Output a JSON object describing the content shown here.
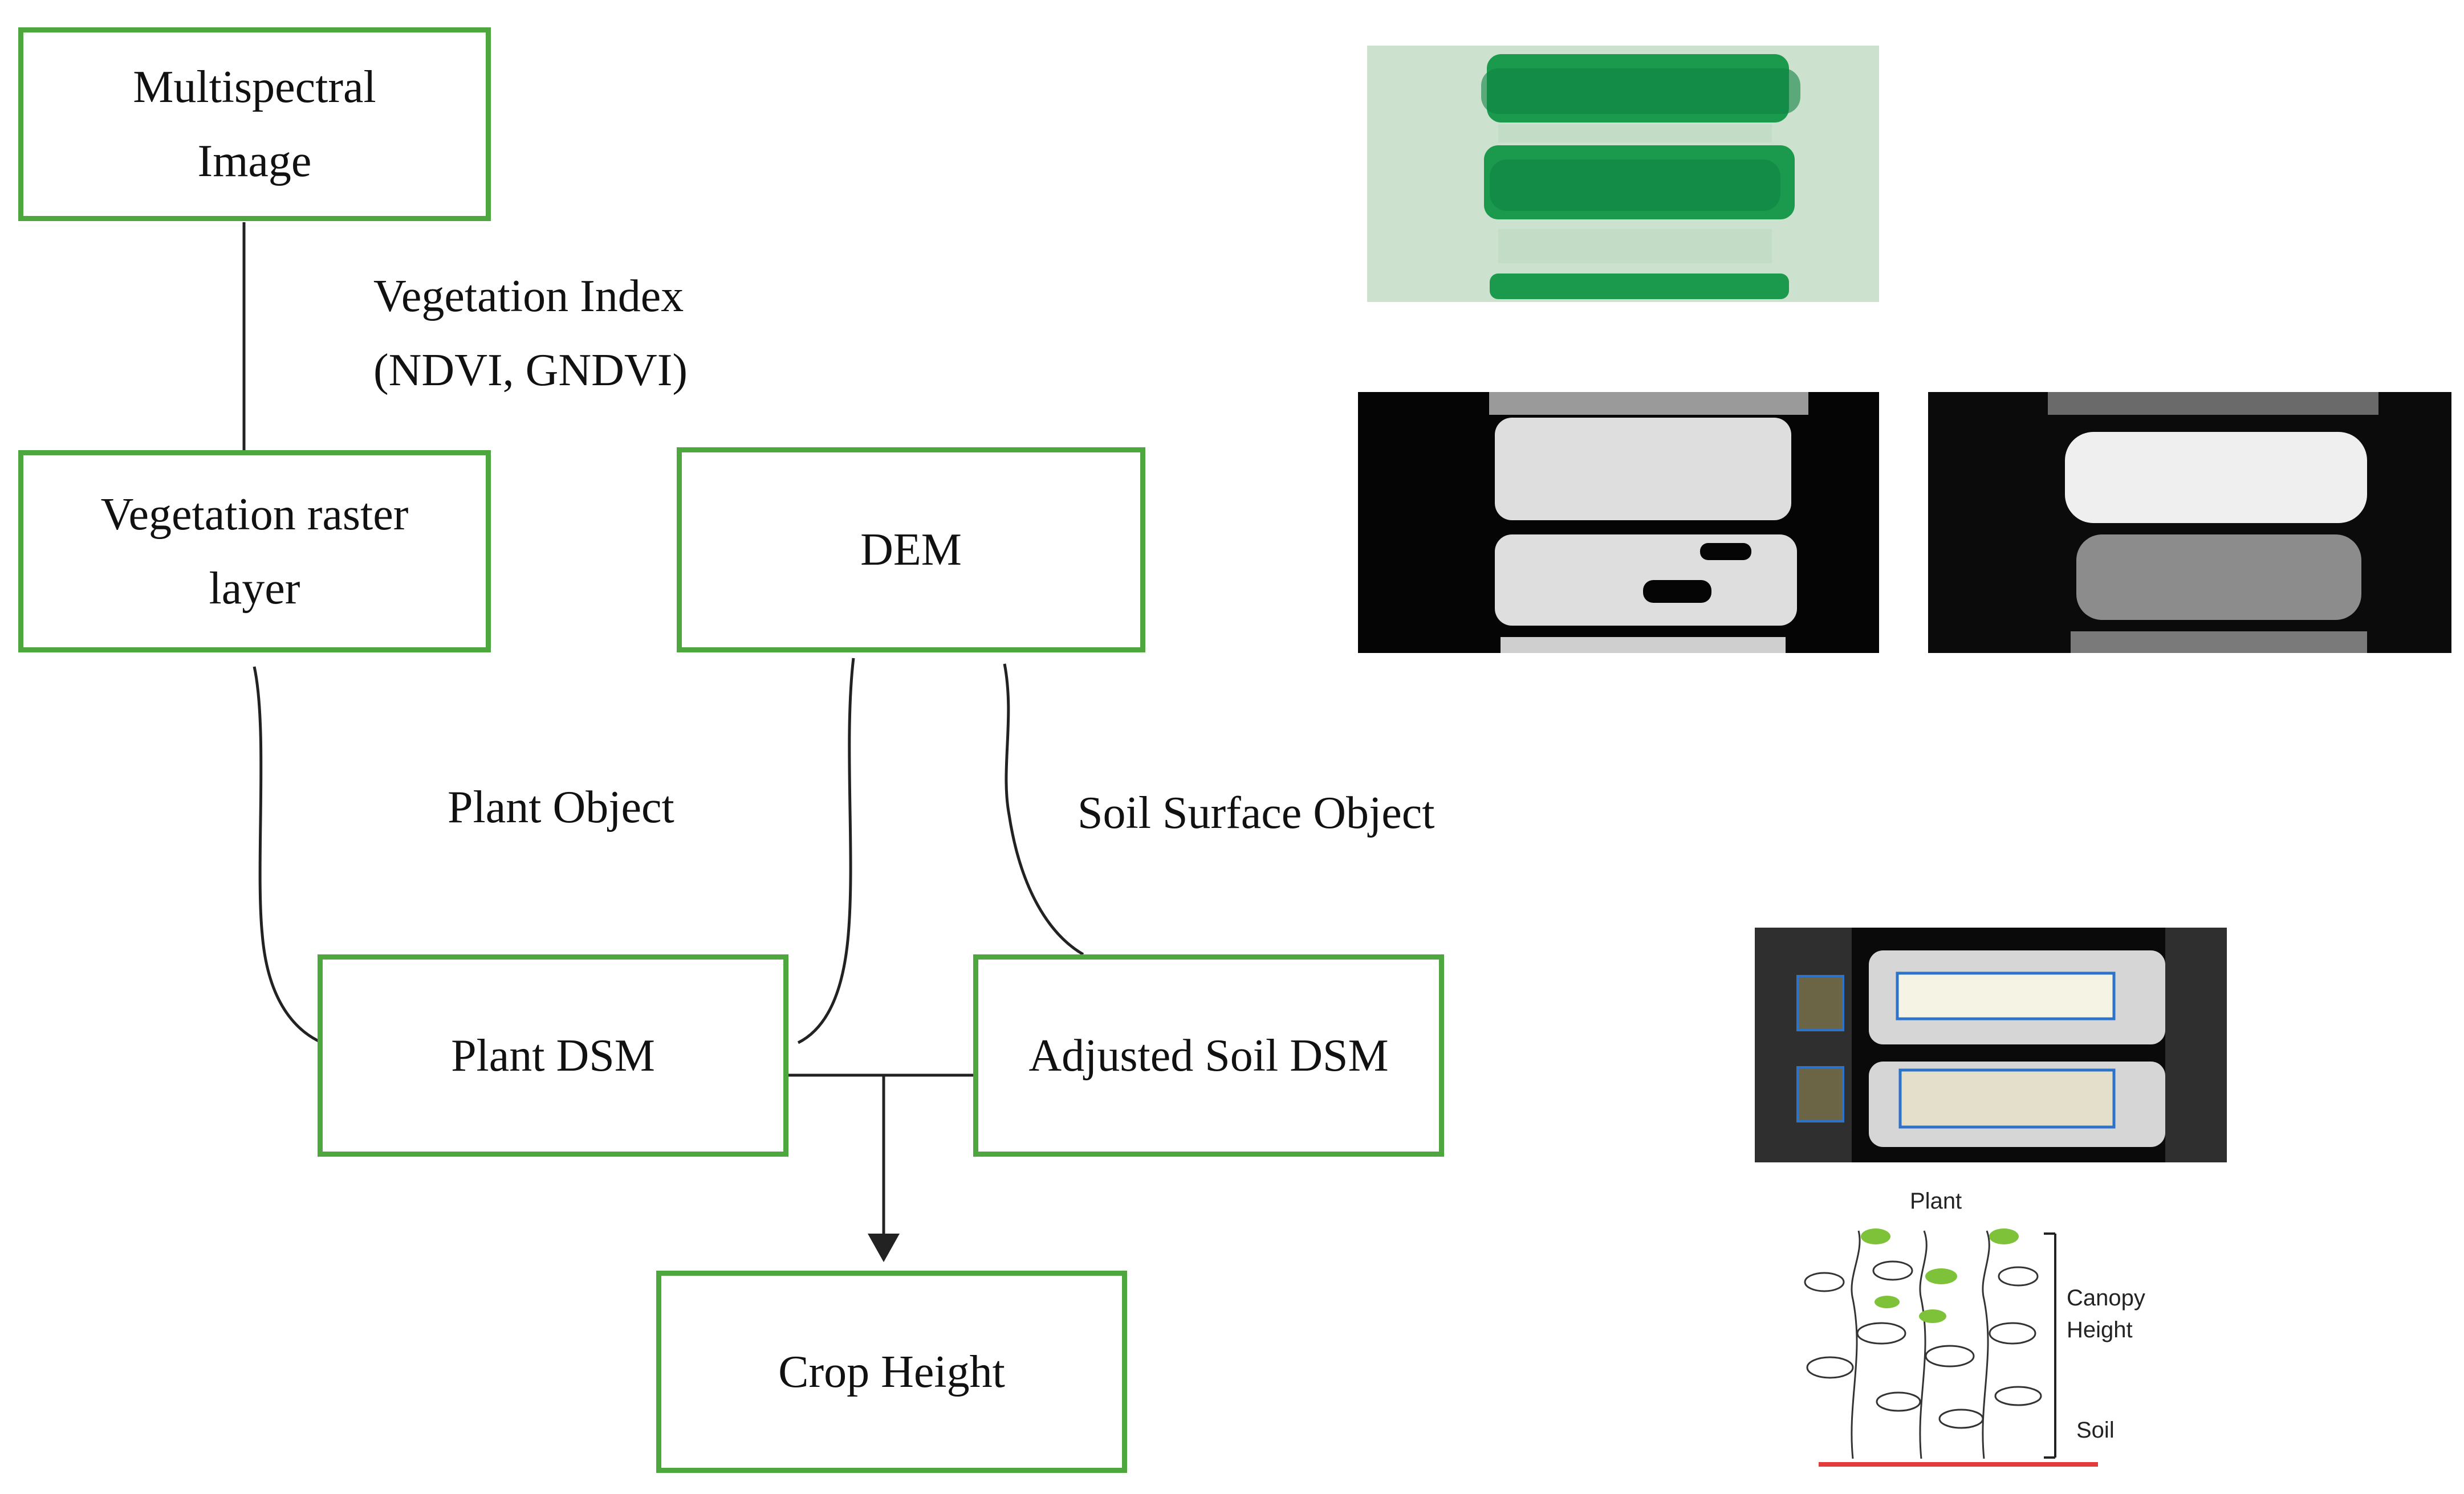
{
  "colors": {
    "box_border": "#4ea73e",
    "connector": "#222222",
    "soil_line": "#e33b3b",
    "vegetation_green": "#1b9a4e",
    "selection_blue": "#2c73c9"
  },
  "nodes": {
    "multispectral": [
      "Multispectral",
      "Image"
    ],
    "veg_raster": [
      "Vegetation raster",
      "layer"
    ],
    "dem": "DEM",
    "plant_dsm": "Plant DSM",
    "soil_dsm": "Adjusted Soil DSM",
    "crop_height": "Crop Height"
  },
  "edge_labels": {
    "vegetation_index": [
      "Vegetation Index",
      "(NDVI, GNDVI)"
    ],
    "plant_object": "Plant Object",
    "soil_surface_object": "Soil Surface Object"
  },
  "plant_sketch": {
    "top_label": "Plant",
    "height_label": [
      "Canopy",
      "Height"
    ],
    "bottom_label": "Soil"
  },
  "images": [
    {
      "name": "rgb-plot-image",
      "kind": "multispectral-rgb"
    },
    {
      "name": "vegetation-mask-image",
      "kind": "binary-mask"
    },
    {
      "name": "dem-grayscale-image",
      "kind": "dem-grayscale"
    },
    {
      "name": "plot-selection-image",
      "kind": "object-selection"
    }
  ]
}
